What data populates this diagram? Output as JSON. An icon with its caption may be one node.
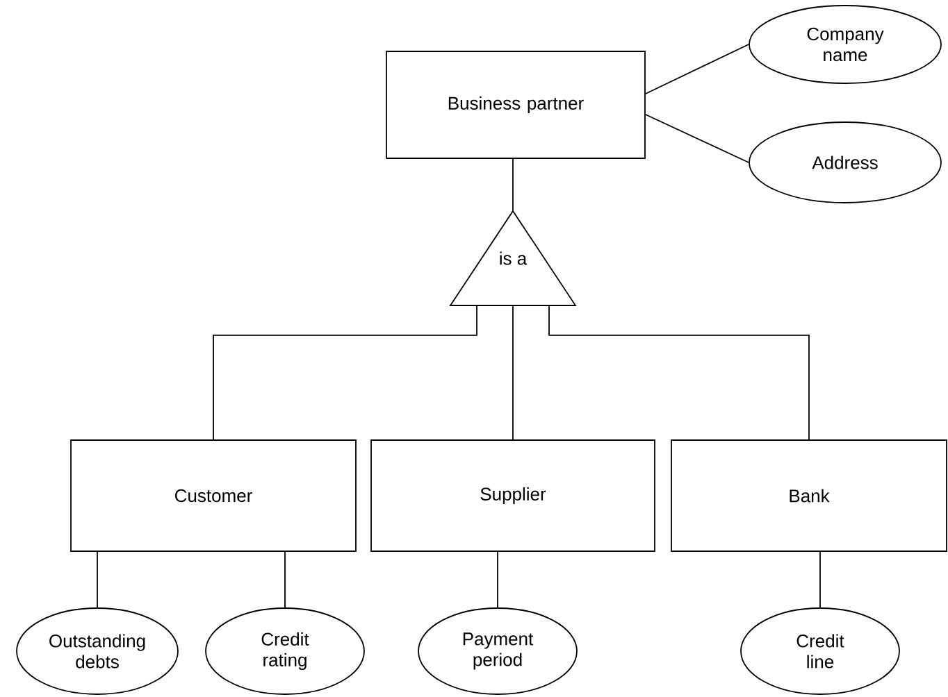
{
  "diagram": {
    "nodes": [
      {
        "text": [
          "Business partner"
        ]
      },
      {
        "text": [
          "Company name"
        ]
      },
      {
        "text": [
          "Address"
        ]
      },
      {
        "text": [
          "is a"
        ]
      },
      {
        "text": [
          "Customer"
        ]
      },
      {
        "text": [
          "Supplier"
        ]
      },
      {
        "text": [
          "Bank"
        ]
      },
      {
        "text": [
          "Outstanding debts"
        ]
      },
      {
        "text": [
          "Credit rating"
        ]
      },
      {
        "text": [
          "Payment period"
        ]
      },
      {
        "text": [
          "Credit line"
        ]
      }
    ],
    "edges": [
      {
        "from": 0,
        "to": 1,
        "arrow": "none"
      },
      {
        "from": 0,
        "to": 2,
        "arrow": "none"
      },
      {
        "from": 0,
        "to": 3,
        "arrow": "none"
      },
      {
        "from": 3,
        "to": 4,
        "arrow": "none"
      },
      {
        "from": 3,
        "to": 5,
        "arrow": "none"
      },
      {
        "from": 3,
        "to": 6,
        "arrow": "none"
      },
      {
        "from": 4,
        "to": 7,
        "arrow": "none"
      },
      {
        "from": 4,
        "to": 8,
        "arrow": "none"
      },
      {
        "from": 5,
        "to": 9,
        "arrow": "none"
      },
      {
        "from": 6,
        "to": 10,
        "arrow": "none"
      }
    ]
  }
}
